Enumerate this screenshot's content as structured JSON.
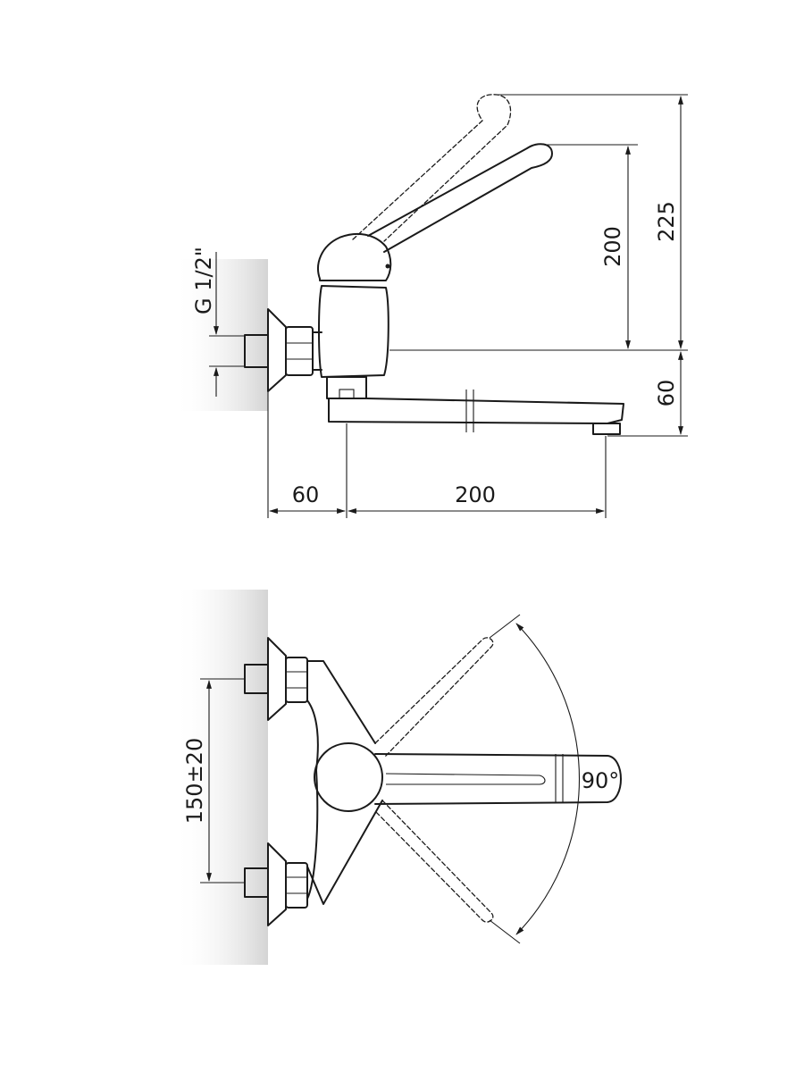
{
  "side_view": {
    "thread_label": "G 1/2\"",
    "dim_height_total": "225",
    "dim_height_lever": "200",
    "dim_spout_drop": "60",
    "dim_wall_offset": "60",
    "dim_spout_reach": "200"
  },
  "top_view": {
    "dim_inlet_spacing": "150±20",
    "dim_rotation": "90°"
  },
  "colors": {
    "line": "#1a1a1a",
    "wall_shade": "#d9d9d9"
  }
}
